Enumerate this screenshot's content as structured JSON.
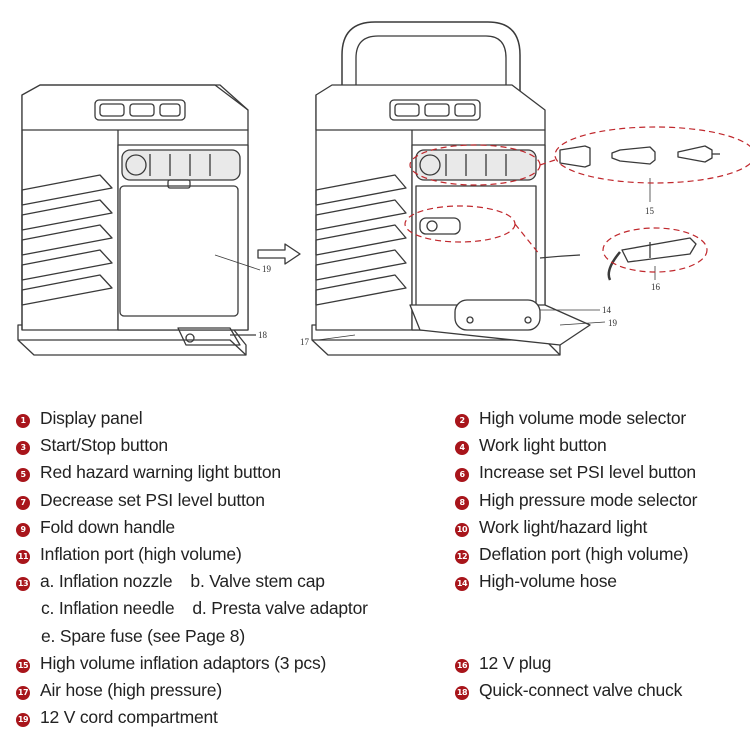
{
  "diagram": {
    "callouts": {
      "c14": "14",
      "c15": "15",
      "c16": "16",
      "c17": "17",
      "c18": "18",
      "c19a": "19",
      "c19b": "19"
    },
    "colors": {
      "line": "#3a3a3a",
      "highlight": "#c0282d",
      "badge": "#a8151b"
    }
  },
  "legend": {
    "left": [
      {
        "num": "1",
        "text": "Display panel"
      },
      {
        "num": "3",
        "text": "Start/Stop button"
      },
      {
        "num": "5",
        "text": "Red hazard warning light button"
      },
      {
        "num": "7",
        "text": "Decrease set PSI level button"
      },
      {
        "num": "9",
        "text": "Fold down handle"
      },
      {
        "num": "11",
        "text": "Inflation port (high volume)"
      },
      {
        "num": "13",
        "text": "a. Inflation nozzle",
        "text2": "b. Valve stem cap"
      },
      {
        "text": "c. Inflation needle",
        "text2": "d. Presta valve adaptor"
      },
      {
        "text": "e. Spare fuse (see Page 8)"
      },
      {
        "num": "15",
        "text": "High volume inflation adaptors  (3 pcs)"
      },
      {
        "num": "17",
        "text": "Air hose (high pressure)"
      },
      {
        "num": "19",
        "text": "12 V cord compartment"
      }
    ],
    "right": [
      {
        "num": "2",
        "text": "High volume mode selector"
      },
      {
        "num": "4",
        "text": "Work light button"
      },
      {
        "num": "6",
        "text": "Increase set PSI level button"
      },
      {
        "num": "8",
        "text": "High pressure mode selector"
      },
      {
        "num": "10",
        "text": "Work light/hazard light"
      },
      {
        "num": "12",
        "text": "Deflation port (high volume)"
      },
      {
        "num": "14",
        "text": "High-volume hose"
      },
      {
        "num": "16",
        "text": "12 V plug"
      },
      {
        "num": "18",
        "text": "Quick-connect valve chuck"
      }
    ]
  }
}
